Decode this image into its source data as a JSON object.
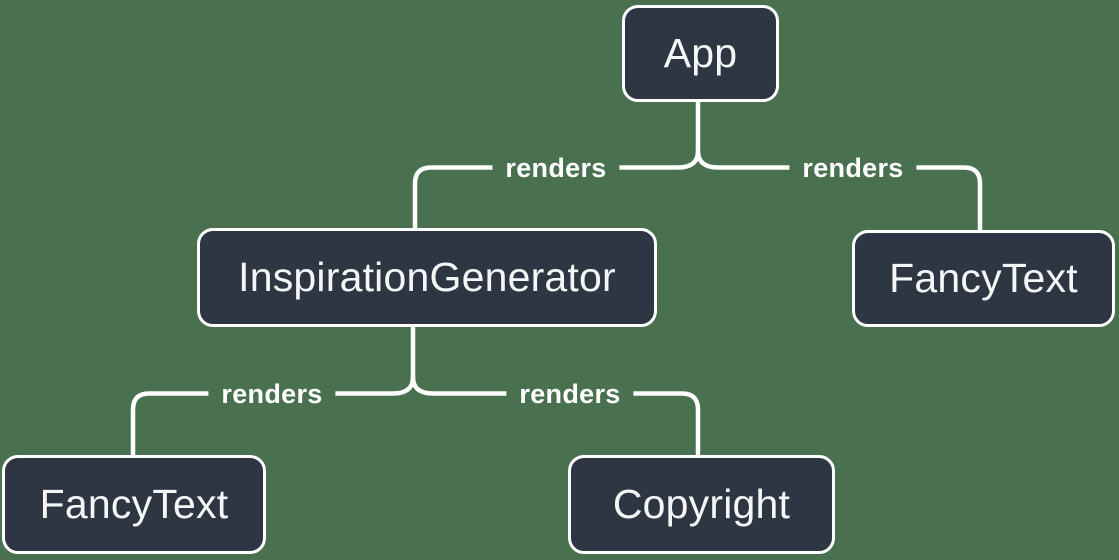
{
  "diagram": {
    "type": "render-tree",
    "nodes": [
      {
        "id": "app",
        "label": "App"
      },
      {
        "id": "inspiration-generator",
        "label": "InspirationGenerator"
      },
      {
        "id": "fancy-text-top",
        "label": "FancyText"
      },
      {
        "id": "fancy-text-bottom",
        "label": "FancyText"
      },
      {
        "id": "copyright",
        "label": "Copyright"
      }
    ],
    "edges": [
      {
        "from": "App",
        "to": "InspirationGenerator",
        "label": "renders"
      },
      {
        "from": "App",
        "to": "FancyText",
        "label": "renders"
      },
      {
        "from": "InspirationGenerator",
        "to": "FancyText",
        "label": "renders"
      },
      {
        "from": "InspirationGenerator",
        "to": "Copyright",
        "label": "renders"
      }
    ],
    "colors": {
      "background": "#49714f",
      "node_fill": "#2e3543",
      "node_border": "#ffffff",
      "node_text": "#f5f6f7",
      "edge_line": "#ffffff",
      "edge_label_text": "#ffffff"
    }
  }
}
